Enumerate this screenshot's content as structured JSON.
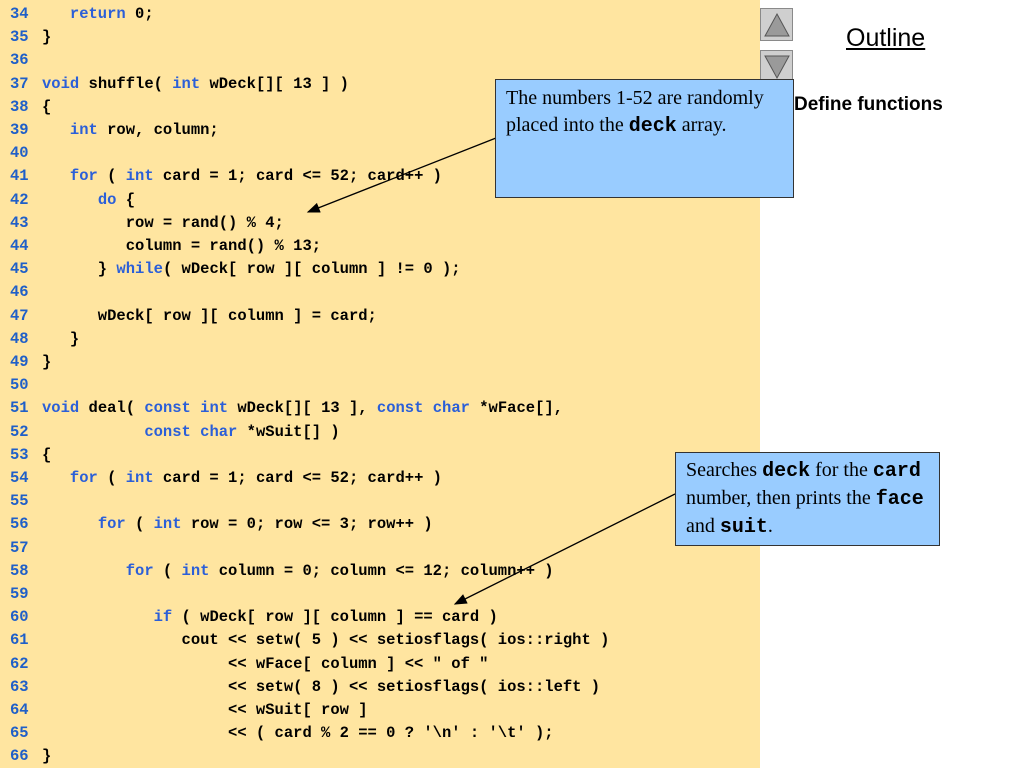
{
  "outline_label": "Outline",
  "section_label": "Define functions",
  "nav": {
    "up_icon": "triangle-up-icon",
    "down_icon": "triangle-down-icon"
  },
  "colors": {
    "code_background": "#ffe5a0",
    "line_number": "#1f5fc8",
    "keyword": "#2b5fd8",
    "callout_background": "#99ccff"
  },
  "code_lines": [
    {
      "num": "34",
      "tokens": [
        {
          "t": "   "
        },
        {
          "t": "return",
          "kw": true
        },
        {
          "t": " 0;"
        }
      ]
    },
    {
      "num": "35",
      "tokens": [
        {
          "t": "}"
        }
      ]
    },
    {
      "num": "36",
      "tokens": []
    },
    {
      "num": "37",
      "tokens": [
        {
          "t": "void",
          "kw": true
        },
        {
          "t": " shuffle( "
        },
        {
          "t": "int",
          "kw": true
        },
        {
          "t": " wDeck[][ 13 ] )"
        }
      ]
    },
    {
      "num": "38",
      "tokens": [
        {
          "t": "{"
        }
      ]
    },
    {
      "num": "39",
      "tokens": [
        {
          "t": "   "
        },
        {
          "t": "int",
          "kw": true
        },
        {
          "t": " row, column;"
        }
      ]
    },
    {
      "num": "40",
      "tokens": []
    },
    {
      "num": "41",
      "tokens": [
        {
          "t": "   "
        },
        {
          "t": "for",
          "kw": true
        },
        {
          "t": " ( "
        },
        {
          "t": "int",
          "kw": true
        },
        {
          "t": " card = 1; card <= 52; card++ )"
        }
      ]
    },
    {
      "num": "42",
      "tokens": [
        {
          "t": "      "
        },
        {
          "t": "do",
          "kw": true
        },
        {
          "t": " {"
        }
      ]
    },
    {
      "num": "43",
      "tokens": [
        {
          "t": "         row = rand() % 4;"
        }
      ]
    },
    {
      "num": "44",
      "tokens": [
        {
          "t": "         column = rand() % 13;"
        }
      ]
    },
    {
      "num": "45",
      "tokens": [
        {
          "t": "      } "
        },
        {
          "t": "while",
          "kw": true
        },
        {
          "t": "( wDeck[ row ][ column ] != 0 );"
        }
      ]
    },
    {
      "num": "46",
      "tokens": []
    },
    {
      "num": "47",
      "tokens": [
        {
          "t": "      wDeck[ row ][ column ] = card;"
        }
      ]
    },
    {
      "num": "48",
      "tokens": [
        {
          "t": "   }"
        }
      ]
    },
    {
      "num": "49",
      "tokens": [
        {
          "t": "}"
        }
      ]
    },
    {
      "num": "50",
      "tokens": []
    },
    {
      "num": "51",
      "tokens": [
        {
          "t": "void",
          "kw": true
        },
        {
          "t": " deal( "
        },
        {
          "t": "const",
          "kw": true
        },
        {
          "t": " "
        },
        {
          "t": "int",
          "kw": true
        },
        {
          "t": " wDeck[][ 13 ], "
        },
        {
          "t": "const",
          "kw": true
        },
        {
          "t": " "
        },
        {
          "t": "char",
          "kw": true
        },
        {
          "t": " *wFace[],"
        }
      ]
    },
    {
      "num": "52",
      "tokens": [
        {
          "t": "           "
        },
        {
          "t": "const",
          "kw": true
        },
        {
          "t": " "
        },
        {
          "t": "char",
          "kw": true
        },
        {
          "t": " *wSuit[] )"
        }
      ]
    },
    {
      "num": "53",
      "tokens": [
        {
          "t": "{"
        }
      ]
    },
    {
      "num": "54",
      "tokens": [
        {
          "t": "   "
        },
        {
          "t": "for",
          "kw": true
        },
        {
          "t": " ( "
        },
        {
          "t": "int",
          "kw": true
        },
        {
          "t": " card = 1; card <= 52; card++ )"
        }
      ]
    },
    {
      "num": "55",
      "tokens": []
    },
    {
      "num": "56",
      "tokens": [
        {
          "t": "      "
        },
        {
          "t": "for",
          "kw": true
        },
        {
          "t": " ( "
        },
        {
          "t": "int",
          "kw": true
        },
        {
          "t": " row = 0; row <= 3; row++ )"
        }
      ]
    },
    {
      "num": "57",
      "tokens": []
    },
    {
      "num": "58",
      "tokens": [
        {
          "t": "         "
        },
        {
          "t": "for",
          "kw": true
        },
        {
          "t": " ( "
        },
        {
          "t": "int",
          "kw": true
        },
        {
          "t": " column = 0; column <= 12; column++ )"
        }
      ]
    },
    {
      "num": "59",
      "tokens": []
    },
    {
      "num": "60",
      "tokens": [
        {
          "t": "            "
        },
        {
          "t": "if",
          "kw": true
        },
        {
          "t": " ( wDeck[ row ][ column ] == card )"
        }
      ]
    },
    {
      "num": "61",
      "tokens": [
        {
          "t": "               cout << setw( 5 ) << setiosflags( ios::right )"
        }
      ]
    },
    {
      "num": "62",
      "tokens": [
        {
          "t": "                    << wFace[ column ] << \" of \""
        }
      ]
    },
    {
      "num": "63",
      "tokens": [
        {
          "t": "                    << setw( 8 ) << setiosflags( ios::left )"
        }
      ]
    },
    {
      "num": "64",
      "tokens": [
        {
          "t": "                    << wSuit[ row ]"
        }
      ]
    },
    {
      "num": "65",
      "tokens": [
        {
          "t": "                    << ( card % 2 == 0 ? '\\n' : '\\t' );"
        }
      ]
    },
    {
      "num": "66",
      "tokens": [
        {
          "t": "}"
        }
      ]
    }
  ],
  "callout_shuffle": {
    "segments": [
      {
        "t": "The numbers 1-52 are randomly placed into the "
      },
      {
        "t": "deck",
        "code": true
      },
      {
        "t": " array."
      }
    ]
  },
  "callout_deal": {
    "segments": [
      {
        "t": "Searches "
      },
      {
        "t": "deck",
        "code": true
      },
      {
        "t": " for the "
      },
      {
        "t": "card",
        "code": true
      },
      {
        "t": " number, then prints the "
      },
      {
        "t": "face",
        "code": true
      },
      {
        "t": " and "
      },
      {
        "t": "suit",
        "code": true
      },
      {
        "t": "."
      }
    ]
  }
}
